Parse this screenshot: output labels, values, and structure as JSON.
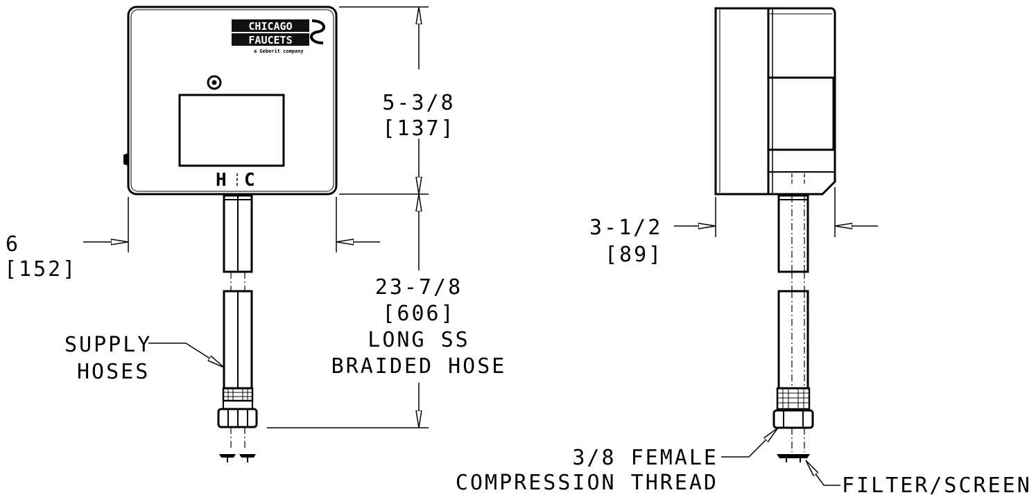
{
  "front_view": {
    "logo_line1": "CHICAGO",
    "logo_line2": "FAUCETS",
    "logo_tagline": "a Geberit company",
    "hot_label": "H",
    "cold_label": "C",
    "width_dim": "6",
    "width_dim_metric": "[152]",
    "box_height_dim": "5-3/8",
    "box_height_dim_metric": "[137]",
    "hose_length_dim": "23-7/8",
    "hose_length_dim_metric": "[606]",
    "hose_note_line1": "LONG SS",
    "hose_note_line2": "BRAIDED HOSE",
    "supply_label_line1": "SUPPLY",
    "supply_label_line2": "HOSES"
  },
  "side_view": {
    "depth_dim": "3-1/2",
    "depth_dim_metric": "[89]",
    "thread_label_line1": "3/8 FEMALE",
    "thread_label_line2": "COMPRESSION THREAD",
    "filter_label": "FILTER/SCREEN"
  }
}
